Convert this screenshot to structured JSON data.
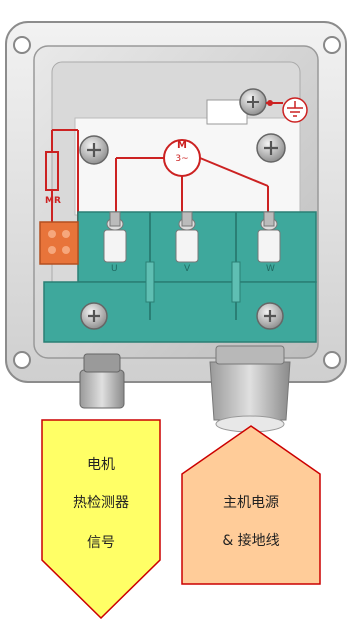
{
  "motor_symbol": {
    "letter": "M",
    "phase": "3~"
  },
  "thermistor_label": "MR",
  "terminals": [
    "U",
    "V",
    "W"
  ],
  "callout_left": {
    "lines": [
      "电机",
      "热检测器",
      "信号"
    ],
    "fill": "#ffff66",
    "stroke": "#cc0000"
  },
  "callout_right": {
    "lines": [
      "主机电源",
      "& 接地线"
    ],
    "fill": "#ffcc99",
    "stroke": "#cc0000"
  },
  "colors": {
    "busbar": "#3ea89c",
    "wire_red": "#cc2222",
    "housing": "#e6e6e6",
    "connector_orange": "#e8743a"
  },
  "icons": [
    "ground-icon",
    "screw-icon",
    "cable-gland-icon"
  ]
}
